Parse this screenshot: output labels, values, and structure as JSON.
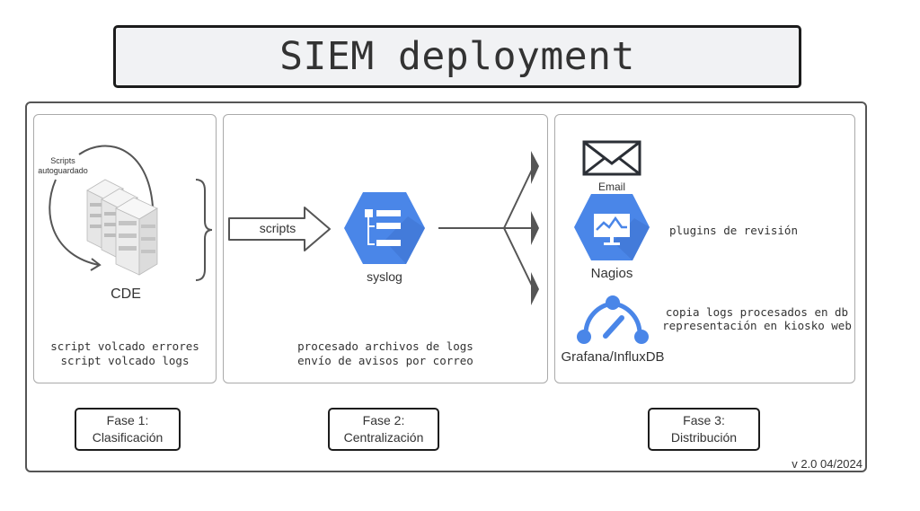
{
  "title": "SIEM deployment",
  "colors": {
    "accent_blue": "#4a86e8",
    "icon_dark": "#2b2f36",
    "line_gray": "#555555"
  },
  "phase1": {
    "loop_label_line1": "Scripts",
    "loop_label_line2": "autoguardado",
    "server_label": "CDE",
    "description_line1": "script volcado errores",
    "description_line2": "script volcado logs",
    "icons": [
      "server-rack-icon",
      "loop-arrow-icon",
      "curly-brace-icon"
    ]
  },
  "phase2": {
    "arrow_label": "scripts",
    "node_label": "syslog",
    "description_line1": "procesado archivos de logs",
    "description_line2": "envío de avisos por correo",
    "icons": [
      "block-arrow-icon",
      "syslog-hexagon-icon",
      "fan-out-arrows-icon"
    ]
  },
  "phase3": {
    "email_label": "Email",
    "nagios_label": "Nagios",
    "nagios_note": "plugins de revisión",
    "grafana_label": "Grafana/InfluxDB",
    "grafana_note_line1": "copia logs procesados en db",
    "grafana_note_line2": "representación en kiosko web",
    "icons": [
      "envelope-icon",
      "monitor-hexagon-icon",
      "gauge-icon"
    ]
  },
  "phases": [
    {
      "line1": "Fase 1:",
      "line2": "Clasificación"
    },
    {
      "line1": "Fase 2:",
      "line2": "Centralización"
    },
    {
      "line1": "Fase 3:",
      "line2": "Distribución"
    }
  ],
  "version": "v 2.0 04/2024"
}
